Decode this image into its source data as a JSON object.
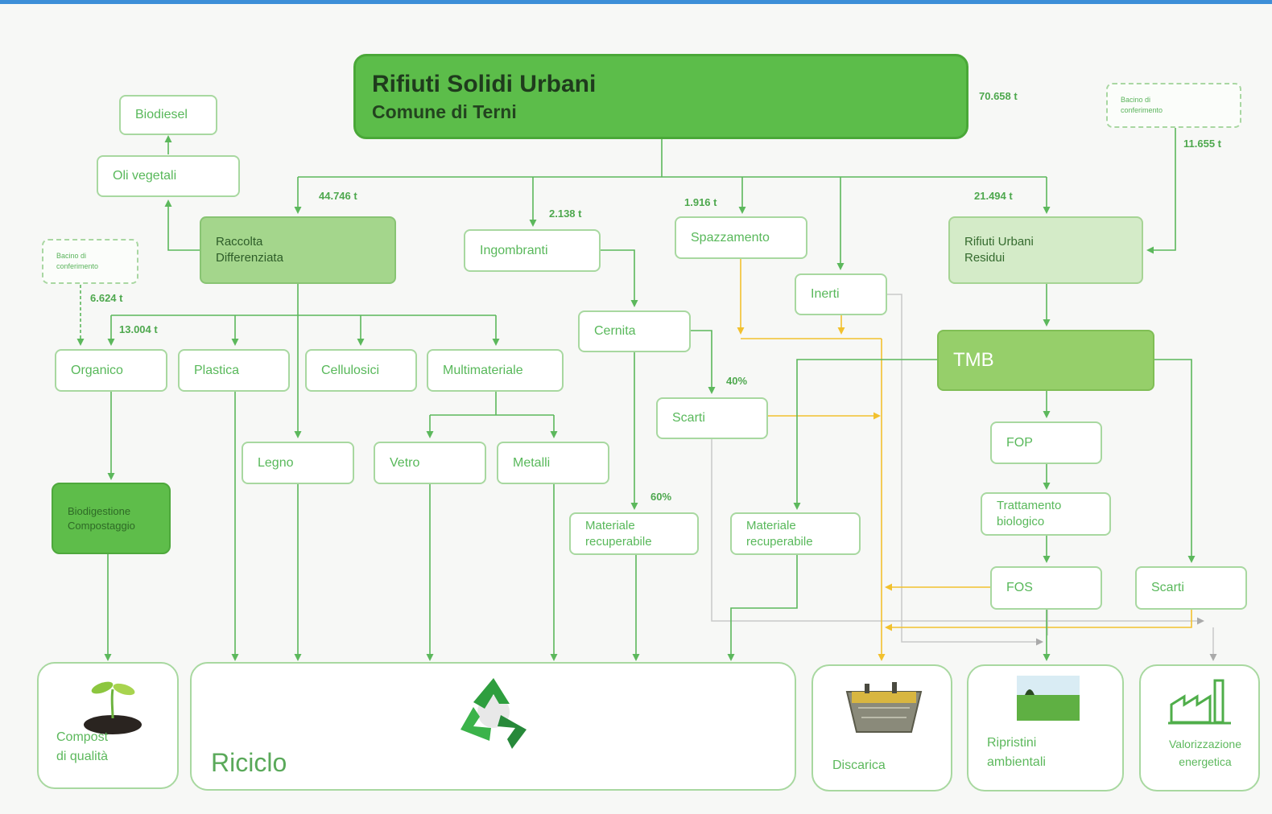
{
  "header": {
    "title": "Rifiuti Solidi Urbani",
    "subtitle": "Comune di Terni",
    "total": "70.658 t"
  },
  "nodes": {
    "biodiesel": "Biodiesel",
    "oli_vegetali": "Oli vegetali",
    "raccolta_1": "Raccolta",
    "raccolta_2": "Differenziata",
    "ingombranti": "Ingombranti",
    "spazzamento": "Spazzamento",
    "inerti": "Inerti",
    "residui_1": "Rifiuti Urbani",
    "residui_2": "Residui",
    "bacino_left_1": "Bacino di",
    "bacino_left_2": "conferimento",
    "bacino_right_1": "Bacino di",
    "bacino_right_2": "conferimento",
    "organico": "Organico",
    "plastica": "Plastica",
    "cellulosici": "Cellulosici",
    "multimateriale": "Multimateriale",
    "cernita": "Cernita",
    "tmb": "TMB",
    "scarti_cernita": "Scarti",
    "fop": "FOP",
    "legno": "Legno",
    "vetro": "Vetro",
    "metalli": "Metalli",
    "bio_1": "Biodigestione",
    "bio_2": "Compostaggio",
    "materiale_a_1": "Materiale",
    "materiale_a_2": "recuperabile",
    "materiale_b_1": "Materiale",
    "materiale_b_2": "recuperabile",
    "trattamento_1": "Trattamento",
    "trattamento_2": "biologico",
    "fos": "FOS",
    "scarti_tmb": "Scarti"
  },
  "quantities": {
    "differenziata": "44.746 t",
    "ingombranti": "2.138 t",
    "spazzamento": "1.916 t",
    "residui": "21.494 t",
    "bacino_right": "11.655 t",
    "bacino_left": "6.624 t",
    "organico": "13.004 t",
    "scarti_pct": "40%",
    "materiale_pct": "60%"
  },
  "outputs": {
    "compost_1": "Compost",
    "compost_2": "di qualità",
    "riciclo": "Riciclo",
    "discarica": "Discarica",
    "ripristini_1": "Ripristini",
    "ripristini_2": "ambientali",
    "valorizzazione_1": "Valorizzazione",
    "valorizzazione_2": "energetica"
  },
  "colors": {
    "green_line": "#5cb85c",
    "yellow_line": "#f2c12e",
    "grey_line": "#c9c9c9",
    "header_fill": "#5cbd4a"
  }
}
